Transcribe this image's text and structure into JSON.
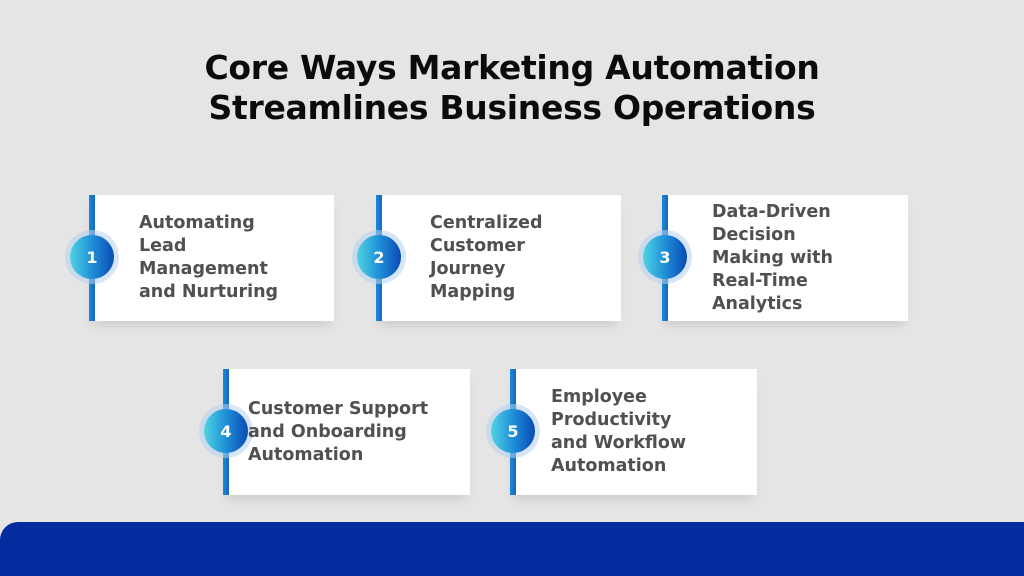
{
  "title": {
    "line1": "Core Ways Marketing Automation",
    "line2": "Streamlines Business Operations"
  },
  "colors": {
    "background": "#e5e5e5",
    "card": "#ffffff",
    "accent_bar": "#1d8ad6",
    "badge_start": "#4fd3e3",
    "badge_end": "#0a4bb5",
    "label_text": "#505050",
    "footer": "#032c9e"
  },
  "items": [
    {
      "number": "1",
      "label": "Automating\nLead\nManagement\nand Nurturing"
    },
    {
      "number": "2",
      "label": "Centralized\nCustomer\nJourney\nMapping"
    },
    {
      "number": "3",
      "label": "Data-Driven\nDecision\nMaking with\nReal-Time\nAnalytics"
    },
    {
      "number": "4",
      "label": "Customer Support\nand Onboarding\nAutomation"
    },
    {
      "number": "5",
      "label": "Employee\nProductivity\nand Workflow\nAutomation"
    }
  ]
}
